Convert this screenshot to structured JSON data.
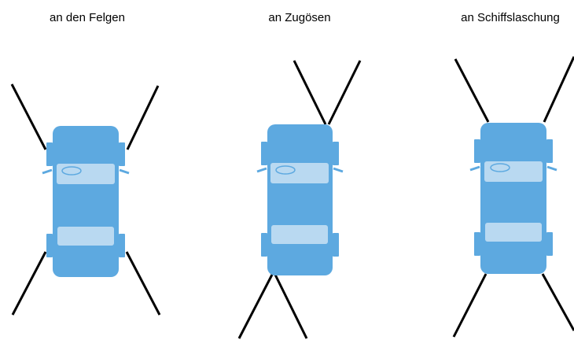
{
  "labels": [
    "an den Felgen",
    "an Zugösen",
    "an Schiffslaschung"
  ],
  "colors": {
    "car_body": "#5DA9E0",
    "car_window": "#B9D9F1",
    "car_outline": "#4A8FC4",
    "lashing_line": "#000000",
    "background": "#FFFFFF"
  }
}
